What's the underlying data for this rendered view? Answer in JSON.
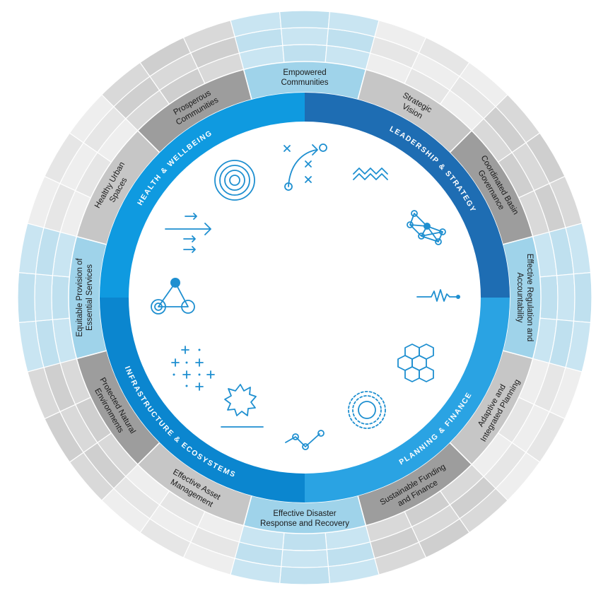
{
  "quadrants": [
    {
      "label": "HEALTH & WELLBEING",
      "color": "#0f9ae0"
    },
    {
      "label": "LEADERSHIP & STRATEGY",
      "color": "#1e6db3"
    },
    {
      "label": "PLANNING & FINANCE",
      "color": "#2aa3e3"
    },
    {
      "label": "INFRASTRUCTURE & ECOSYSTEMS",
      "color": "#0b86cf"
    }
  ],
  "goals": [
    {
      "label": [
        "Empowered",
        "Communities"
      ],
      "color": "#9fd3ea"
    },
    {
      "label": [
        "Strategic",
        "Vision"
      ],
      "color": "#c6c6c6"
    },
    {
      "label": [
        "Coordinated Basin",
        "Governance"
      ],
      "color": "#9d9d9d"
    },
    {
      "label": [
        "Effective Regulation and",
        "Accountability"
      ],
      "color": "#9fd3ea"
    },
    {
      "label": [
        "Adaptive and",
        "Integrated Planning"
      ],
      "color": "#c6c6c6"
    },
    {
      "label": [
        "Sustainable Funding",
        "and Finance"
      ],
      "color": "#9d9d9d"
    },
    {
      "label": [
        "Effective Disaster",
        "Response and Recovery"
      ],
      "color": "#9fd3ea"
    },
    {
      "label": [
        "Effective Asset",
        "Management"
      ],
      "color": "#c6c6c6"
    },
    {
      "label": [
        "Protected Natural",
        "Environments"
      ],
      "color": "#9d9d9d"
    },
    {
      "label": [
        "Equitable Provision of",
        "Essential Services"
      ],
      "color": "#9fd3ea"
    },
    {
      "label": [
        "Healthy Urban",
        "Spaces"
      ],
      "color": "#c6c6c6"
    },
    {
      "label": [
        "Prosperous",
        "Communities"
      ],
      "color": "#9d9d9d"
    }
  ],
  "outer_ring_colors": {
    "light_blue": [
      "#c9e5f2",
      "#bfe0ef"
    ],
    "light_grey": [
      "#eeeeee",
      "#e6e6e6"
    ],
    "mid_grey": [
      "#d9d9d9",
      "#cfcfcf"
    ]
  },
  "icons": [
    {
      "name": "tactics-icon"
    },
    {
      "name": "zigzag-waves-icon"
    },
    {
      "name": "network-nodes-icon"
    },
    {
      "name": "signal-line-icon"
    },
    {
      "name": "honeycomb-icon"
    },
    {
      "name": "dashed-rings-icon"
    },
    {
      "name": "trend-line-icon"
    },
    {
      "name": "starburst-icon"
    },
    {
      "name": "plus-grid-icon"
    },
    {
      "name": "triangle-nodes-icon"
    },
    {
      "name": "arrows-right-icon"
    },
    {
      "name": "target-rings-icon"
    }
  ]
}
